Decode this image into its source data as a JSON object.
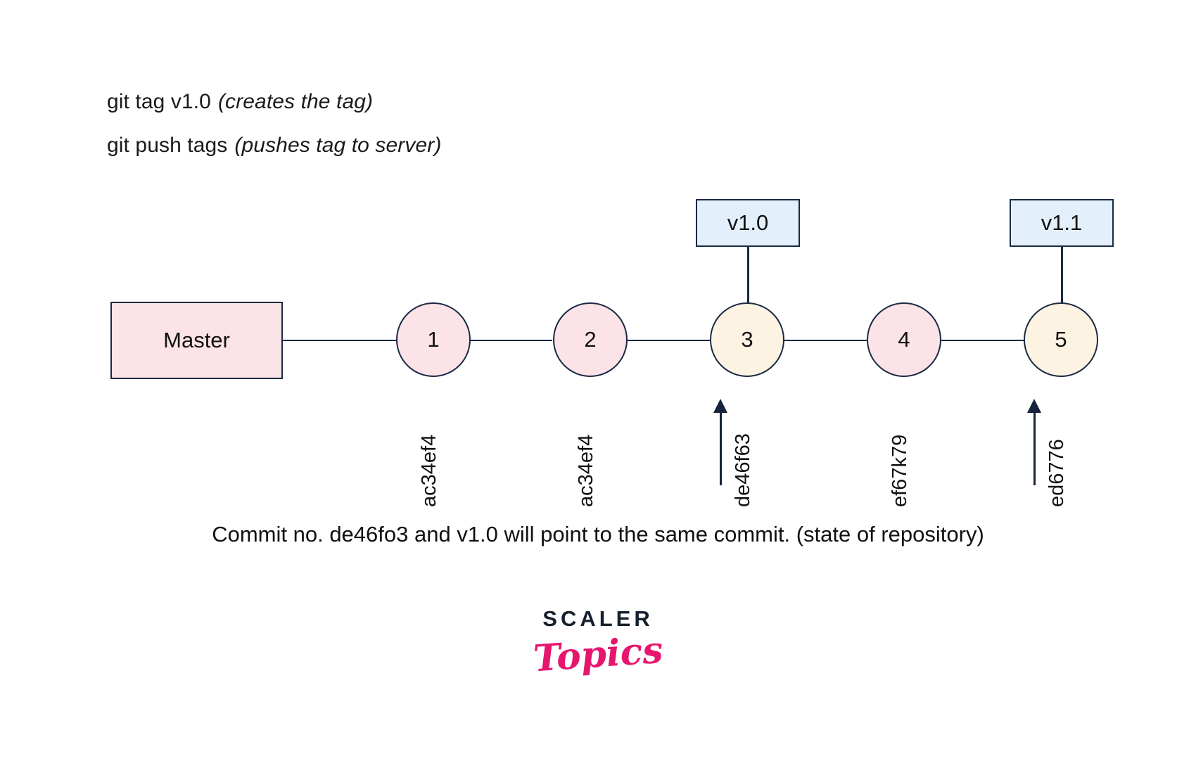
{
  "commands": [
    {
      "cmd": "git tag v1.0",
      "note": "(creates the tag)"
    },
    {
      "cmd": "git push tags",
      "note": "(pushes tag to server)"
    }
  ],
  "branch": {
    "label": "Master"
  },
  "commits": [
    {
      "number": "1",
      "hash": "ac34ef4",
      "color": "pink",
      "tag": null,
      "arrow": false
    },
    {
      "number": "2",
      "hash": "ac34ef4",
      "color": "pink",
      "tag": null,
      "arrow": false
    },
    {
      "number": "3",
      "hash": "de46f63",
      "color": "cream",
      "tag": "v1.0",
      "arrow": true
    },
    {
      "number": "4",
      "hash": "ef67k79",
      "color": "pink",
      "tag": null,
      "arrow": false
    },
    {
      "number": "5",
      "hash": "ed6776",
      "color": "cream",
      "tag": "v1.1",
      "arrow": true
    }
  ],
  "tags": [
    {
      "label": "v1.0"
    },
    {
      "label": "v1.1"
    }
  ],
  "caption": "Commit no. de46fo3 and v1.0 will point to the same commit. (state of repository)",
  "logo": {
    "primary": "SCALER",
    "secondary": "Topics"
  },
  "colors": {
    "commit_pink": "#fce3e8",
    "commit_cream": "#fdf3e3",
    "tag_blue": "#e3f0fb",
    "stroke": "#1b2a44",
    "logo_pink": "#e6166e"
  }
}
